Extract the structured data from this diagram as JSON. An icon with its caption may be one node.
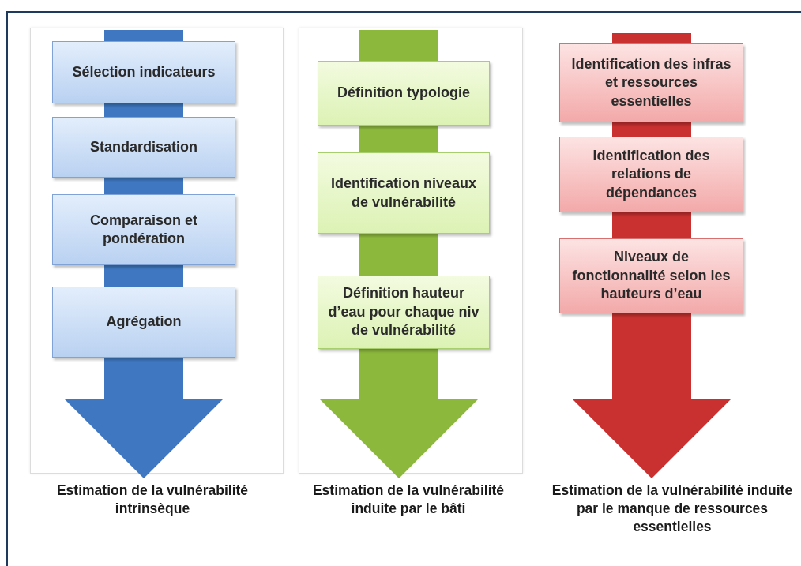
{
  "diagram": {
    "nodes": [
      {
        "text": [
          "Sélection indicateurs"
        ]
      },
      {
        "text": [
          "Standardisation"
        ]
      },
      {
        "text": [
          "Comparaison et pondération"
        ]
      },
      {
        "text": [
          "Agrégation"
        ]
      },
      {
        "text": [
          "Définition typologie"
        ]
      },
      {
        "text": [
          "Identification niveaux de vulnérabilité"
        ]
      },
      {
        "text": [
          "Définition hauteur d’eau pour chaque niv de vulnérabilité"
        ]
      },
      {
        "text": [
          "Identification des infras et ressources essentielles"
        ]
      },
      {
        "text": [
          "Identification des relations de dépendances"
        ]
      },
      {
        "text": [
          "Niveaux de fonctionnalité selon les hauteurs d’eau"
        ]
      },
      {
        "text": [
          "Estimation de la vulnérabilité intrinsèque"
        ]
      },
      {
        "text": [
          "Estimation de la vulnérabilité induite par le bâti"
        ]
      },
      {
        "text": [
          "Estimation de la vulnérabilité induite par le manque de ressources essentielles"
        ]
      }
    ],
    "edges": [
      {
        "from": null,
        "to": 0,
        "arrow": "none",
        "style": "thick"
      },
      {
        "from": 0,
        "to": 1,
        "arrow": "none",
        "style": "thick"
      },
      {
        "from": 1,
        "to": 2,
        "arrow": "none",
        "style": "thick"
      },
      {
        "from": 2,
        "to": 3,
        "arrow": "none",
        "style": "thick"
      },
      {
        "from": 3,
        "to": 10,
        "arrow": "to",
        "style": "thick"
      },
      {
        "from": null,
        "to": 4,
        "arrow": "none",
        "style": "thick",
        "color": "#8cb83c"
      },
      {
        "from": 4,
        "to": 5,
        "arrow": "none",
        "style": "thick",
        "color": "#8cb83c"
      },
      {
        "from": 5,
        "to": 6,
        "arrow": "none",
        "style": "thick",
        "color": "#8cb83c"
      },
      {
        "from": 6,
        "to": 11,
        "arrow": "to",
        "style": "thick",
        "color": "#8cb83c"
      },
      {
        "from": null,
        "to": 7,
        "arrow": "none",
        "style": "thick",
        "color": "#c8312f"
      },
      {
        "from": 7,
        "to": 8,
        "arrow": "none",
        "style": "thick",
        "color": "#c8312f"
      },
      {
        "from": 8,
        "to": 9,
        "arrow": "none",
        "style": "thick",
        "color": "#c8312f"
      },
      {
        "from": 9,
        "to": 12,
        "arrow": "to",
        "style": "thick",
        "color": "#c8312f"
      }
    ]
  }
}
